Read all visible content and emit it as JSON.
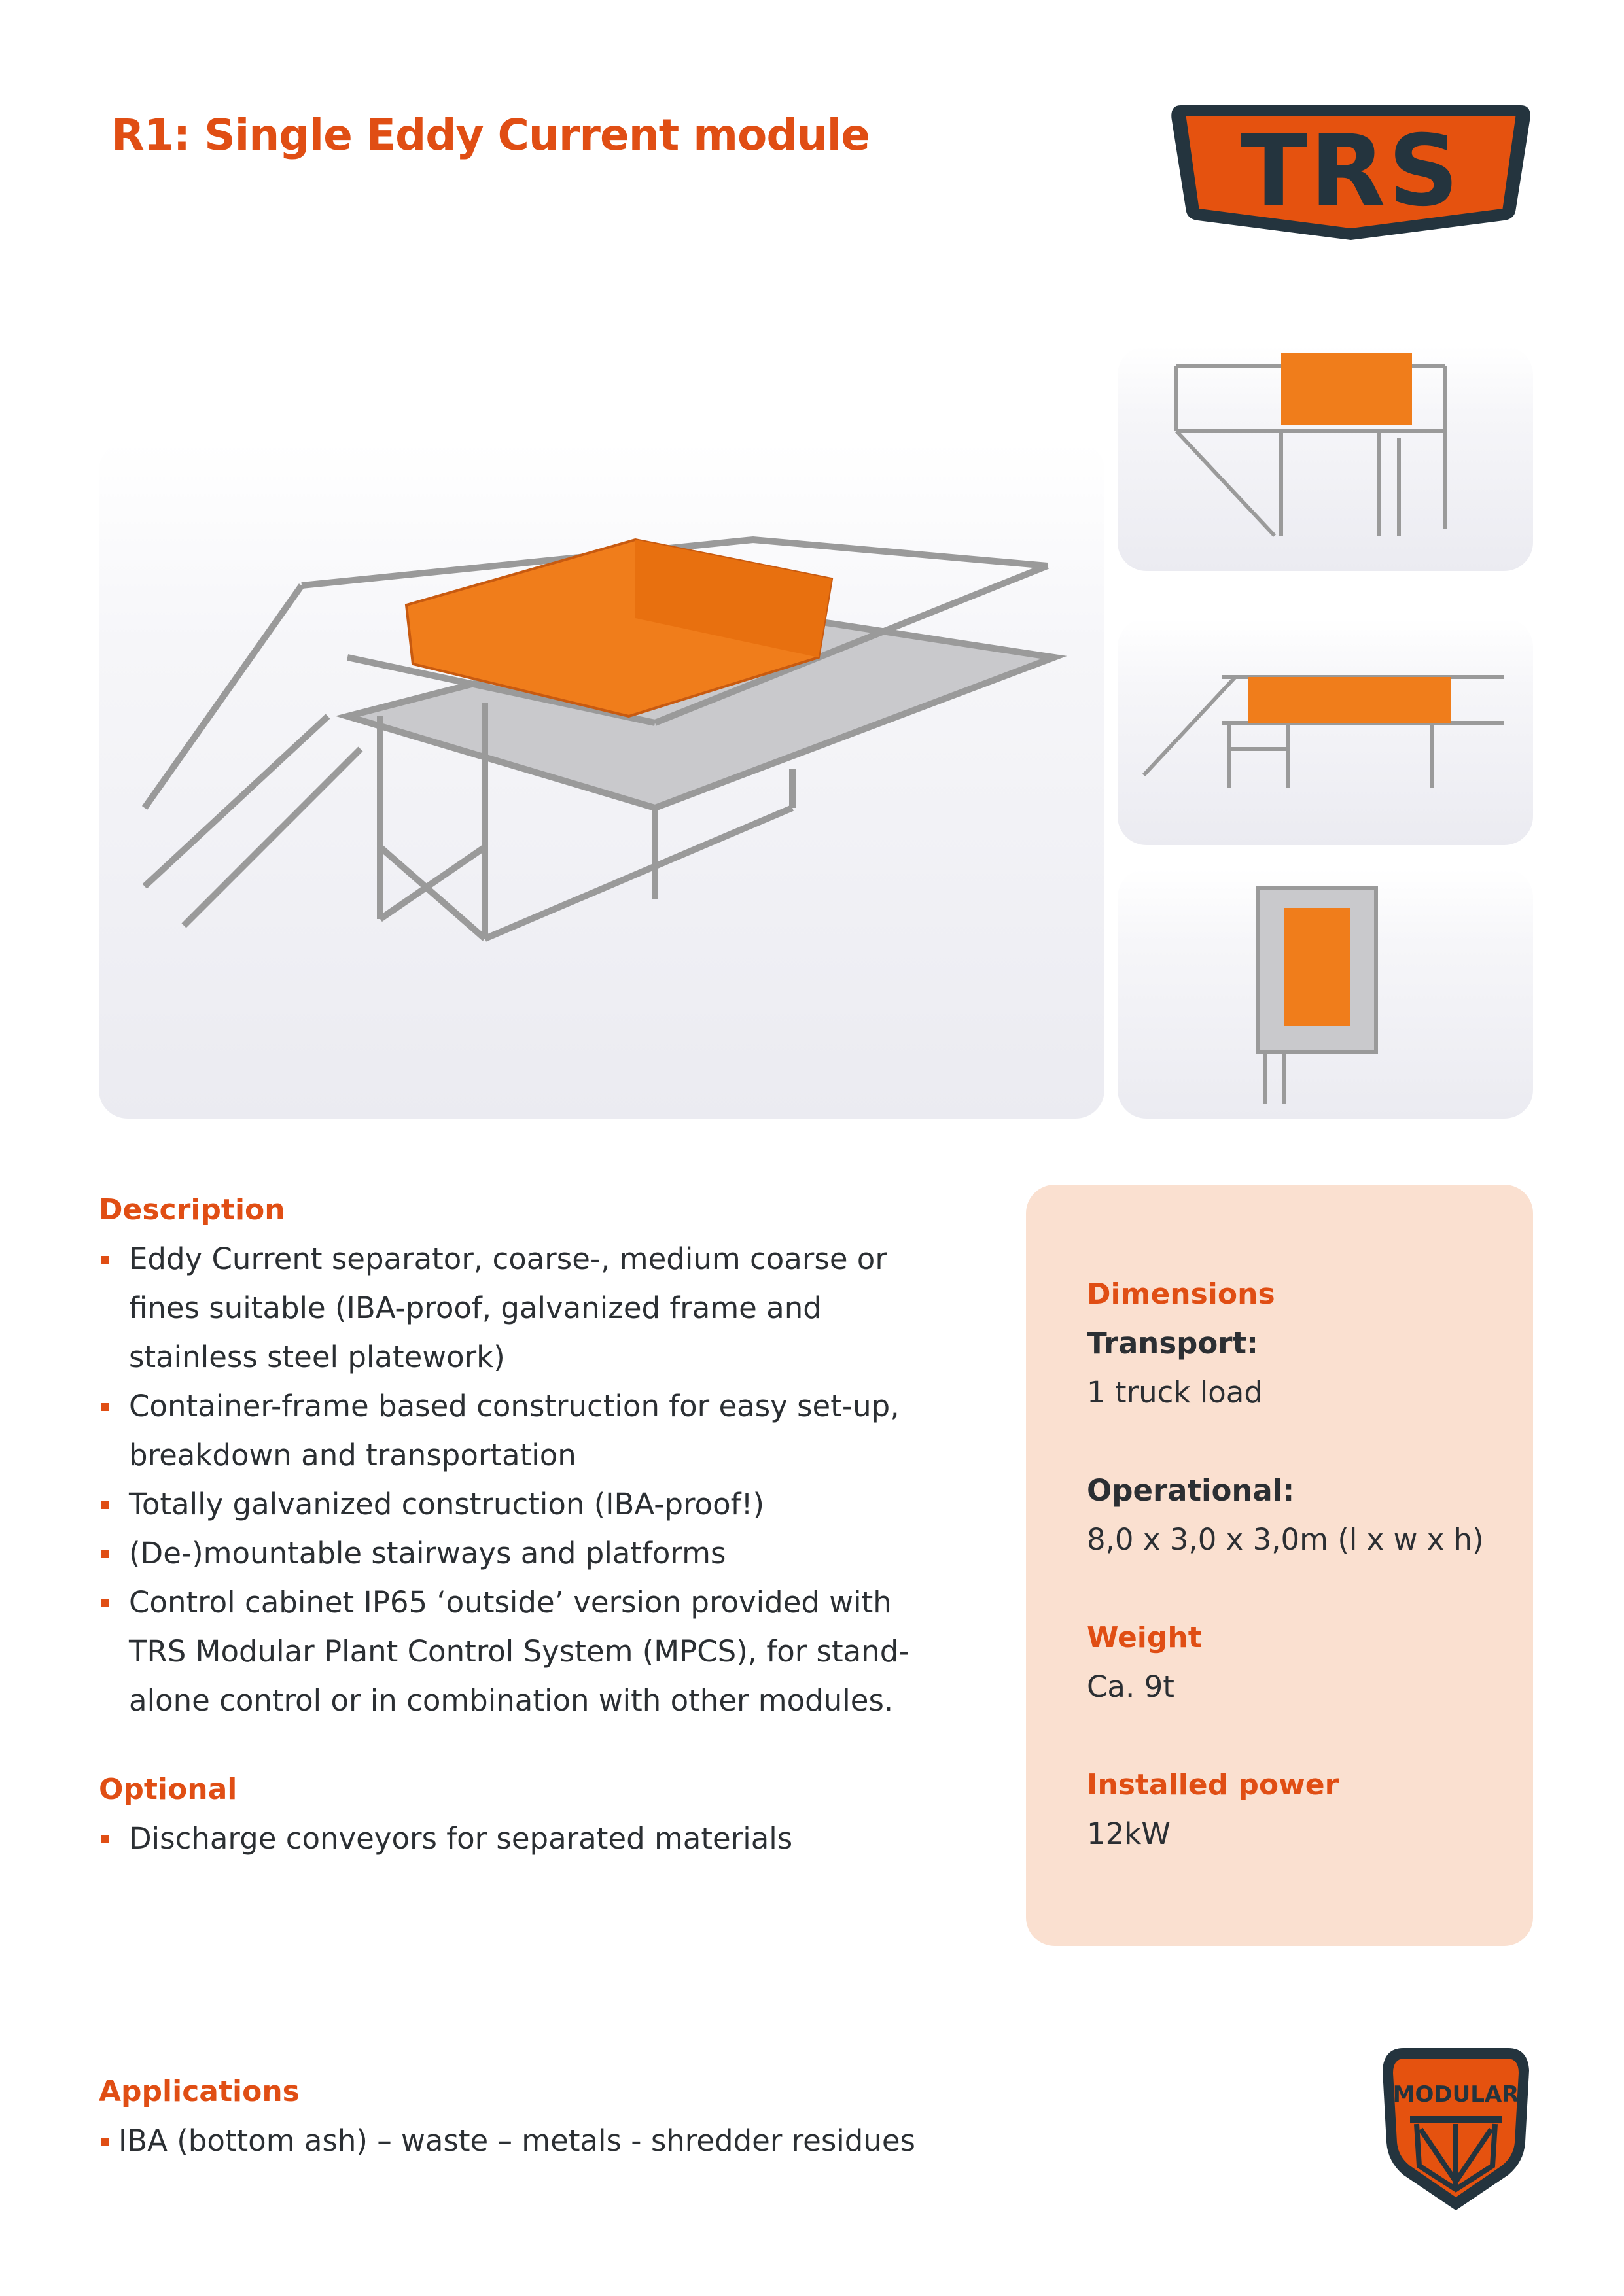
{
  "title": "R1: Single Eddy Current module",
  "logos": {
    "brand": "TRS",
    "badge": "MODULAR"
  },
  "colors": {
    "accent": "#e04e14",
    "dark": "#24343e",
    "panel": "#fae0d0"
  },
  "description": {
    "heading": "Description",
    "items": [
      "Eddy Current separator, coarse-, medium coarse or fines suitable (IBA-proof, galvanized frame and stainless steel platework)",
      "Container-frame based construction for easy set-up, breakdown and transportation",
      "Totally galvanized construction (IBA-proof!)",
      "(De-)mountable stairways and platforms",
      "Control cabinet IP65 ‘outside’ version provided with TRS Modular Plant Control System (MPCS), for stand-alone control or in combination with other modules."
    ]
  },
  "optional": {
    "heading": "Optional",
    "items": [
      "Discharge conveyors for separated materials"
    ]
  },
  "specs": {
    "dimensions_heading": "Dimensions",
    "transport_label": "Transport:",
    "transport_value": "1 truck load",
    "operational_label": "Operational:",
    "operational_value": "8,0 x 3,0 x 3,0m (l x w x h)",
    "weight_heading": "Weight",
    "weight_value": "Ca. 9t",
    "power_heading": "Installed power",
    "power_value": "12kW"
  },
  "applications": {
    "heading": "Applications",
    "items": [
      "IBA (bottom ash) – waste – metals - shredder residues"
    ]
  }
}
